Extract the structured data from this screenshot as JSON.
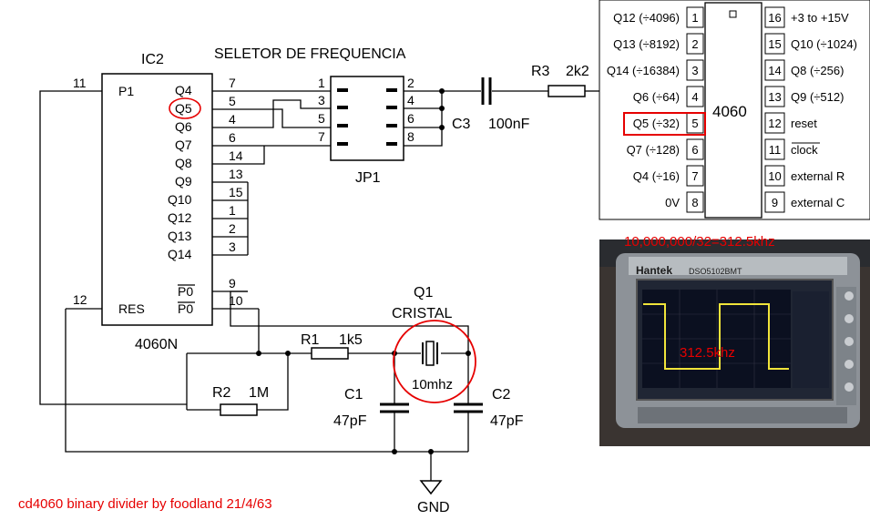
{
  "schematic": {
    "ic_name": "IC2",
    "ic_part": "4060N",
    "selector_title": "SELETOR DE FREQUENCIA",
    "jumper_name": "JP1",
    "left_pins": [
      {
        "label": "P1",
        "num": "11"
      },
      {
        "label": "RES",
        "num": "12"
      }
    ],
    "right_pins": [
      {
        "label": "Q4",
        "num": "7"
      },
      {
        "label": "Q5",
        "num": "5"
      },
      {
        "label": "Q6",
        "num": "4"
      },
      {
        "label": "Q7",
        "num": "6"
      },
      {
        "label": "Q8",
        "num": "14"
      },
      {
        "label": "Q9",
        "num": "13"
      },
      {
        "label": "Q10",
        "num": "15"
      },
      {
        "label": "Q12",
        "num": "1"
      },
      {
        "label": "Q13",
        "num": "2"
      },
      {
        "label": "Q14",
        "num": "3"
      },
      {
        "label": "P0",
        "num": "9"
      },
      {
        "label": "P0",
        "num": "10"
      }
    ],
    "jp_left": [
      "1",
      "3",
      "5",
      "7"
    ],
    "jp_right": [
      "2",
      "4",
      "6",
      "8"
    ],
    "c3_name": "C3",
    "c3_value": "100nF",
    "r3_name": "R3",
    "r3_value": "2k2",
    "r1_name": "R1",
    "r1_value": "1k5",
    "r2_name": "R2",
    "r2_value": "1M",
    "c1_name": "C1",
    "c1_value": "47pF",
    "c2_name": "C2",
    "c2_value": "47pF",
    "q1_name": "Q1",
    "q1_type": "CRISTAL",
    "crystal_freq": "10mhz",
    "gnd": "GND",
    "credit": "cd4060 binary divider by foodland 21/4/63"
  },
  "pinout": {
    "chip": "4060",
    "left": [
      {
        "label": "Q12 (÷4096)",
        "num": "1"
      },
      {
        "label": "Q13 (÷8192)",
        "num": "2"
      },
      {
        "label": "Q14 (÷16384)",
        "num": "3"
      },
      {
        "label": "Q6 (÷64)",
        "num": "4"
      },
      {
        "label": "Q5 (÷32)",
        "num": "5"
      },
      {
        "label": "Q7 (÷128)",
        "num": "6"
      },
      {
        "label": "Q4 (÷16)",
        "num": "7"
      },
      {
        "label": "0V",
        "num": "8"
      }
    ],
    "right": [
      {
        "label": "+3 to +15V",
        "num": "16"
      },
      {
        "label": "Q10 (÷1024)",
        "num": "15"
      },
      {
        "label": "Q8 (÷256)",
        "num": "14"
      },
      {
        "label": "Q9 (÷512)",
        "num": "13"
      },
      {
        "label": "reset",
        "num": "12"
      },
      {
        "label": "clock",
        "num": "11"
      },
      {
        "label": "external R",
        "num": "10"
      },
      {
        "label": "external C",
        "num": "9"
      }
    ]
  },
  "scope": {
    "caption": "10,000,000/32=312.5khz",
    "brand": "Hantek",
    "model": "DSO5102BMT",
    "reading": "312.5khz"
  },
  "colors": {
    "highlight": "#e60000"
  }
}
